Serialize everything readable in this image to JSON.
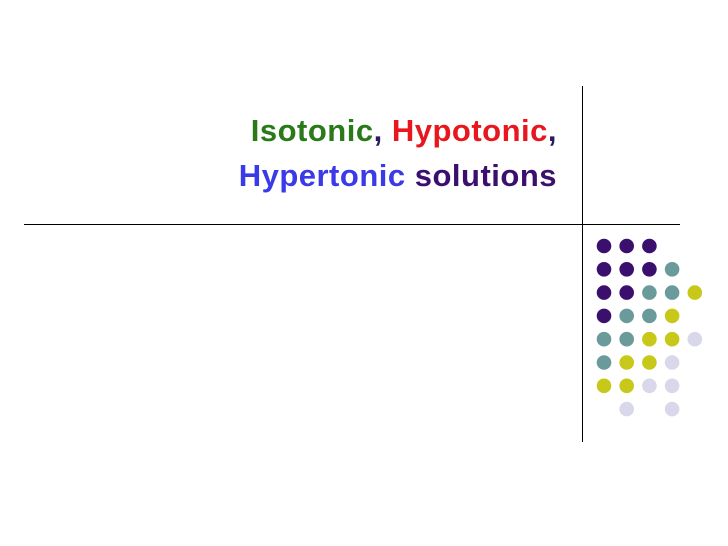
{
  "slide": {
    "title": {
      "line1": [
        {
          "text": "Isotonic",
          "color": "#2a7a1a"
        },
        {
          "text": ", ",
          "color": "#2a1a5e"
        },
        {
          "text": "Hypotonic",
          "color": "#e8161d"
        },
        {
          "text": ",",
          "color": "#2a1a5e"
        }
      ],
      "line2": [
        {
          "text": "Hypertonic",
          "color": "#3a3ae8"
        },
        {
          "text": " solutions",
          "color": "#3b0f6e"
        }
      ]
    },
    "decoration": {
      "dot_colors": {
        "purple": "#3b0f6e",
        "teal": "#6a9a9a",
        "olive": "#c8c81a",
        "lavender": "#d8d8ea"
      },
      "dot_grid": [
        [
          "purple",
          "purple",
          "purple",
          null,
          null
        ],
        [
          "purple",
          "purple",
          "purple",
          "teal",
          null
        ],
        [
          "purple",
          "purple",
          "teal",
          "teal",
          "olive"
        ],
        [
          "purple",
          "teal",
          "teal",
          "olive",
          null
        ],
        [
          "teal",
          "teal",
          "olive",
          "olive",
          "lavender"
        ],
        [
          "teal",
          "olive",
          "olive",
          "lavender",
          null
        ],
        [
          "olive",
          "olive",
          "lavender",
          "lavender",
          null
        ],
        [
          null,
          "lavender",
          null,
          "lavender",
          null
        ]
      ]
    }
  }
}
